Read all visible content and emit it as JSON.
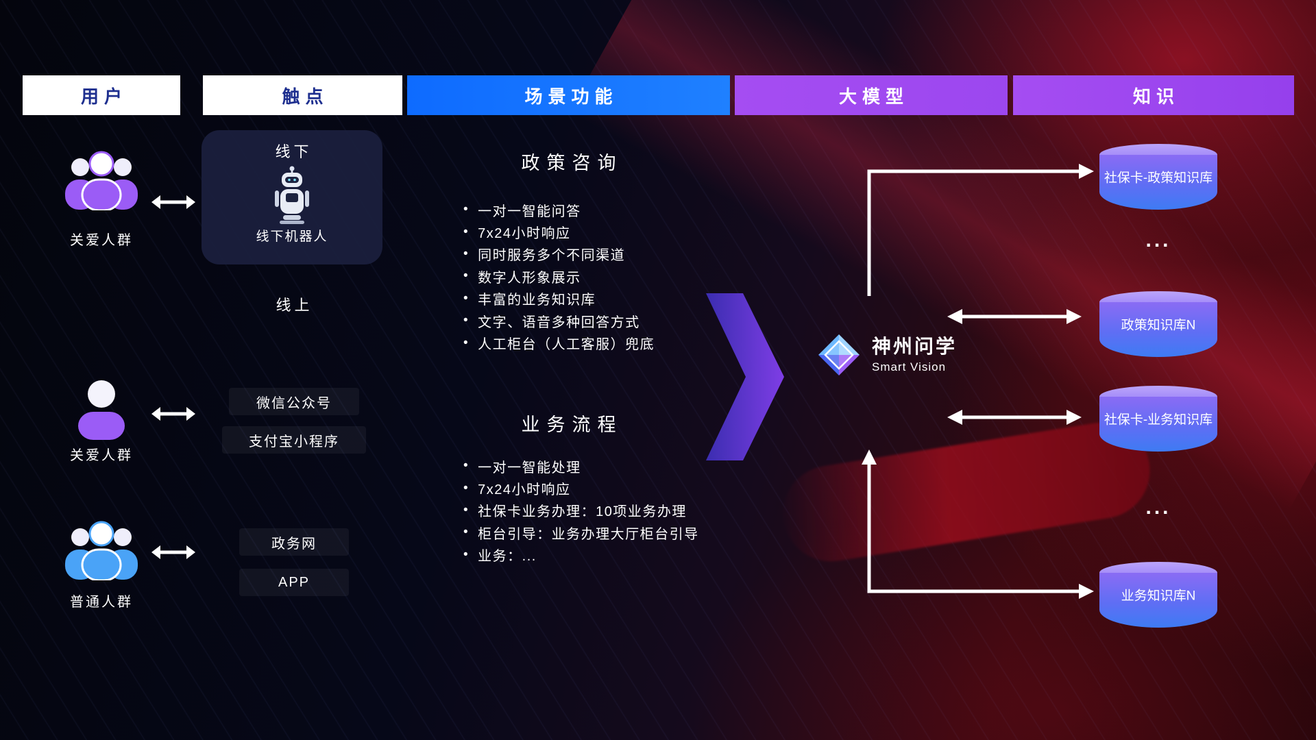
{
  "colors": {
    "header_blue": "#0e6bff",
    "header_purple": "#a54df2",
    "header_text_dark": "#1e2f8f",
    "accent_purple": "#9b5cf6",
    "accent_blue": "#4aa3f7",
    "cylinder_top": "#bca5fb",
    "cylinder_body_start": "#8a6cf4",
    "cylinder_body_end": "#3e7bf3"
  },
  "header": {
    "columns": [
      {
        "label": "用户"
      },
      {
        "label": "触点"
      },
      {
        "label": "场景功能"
      },
      {
        "label": "大模型"
      },
      {
        "label": "知识"
      }
    ]
  },
  "users": {
    "items": [
      {
        "label": "关爱人群",
        "icon": "people-group-icon"
      },
      {
        "label": "关爱人群",
        "icon": "person-icon"
      },
      {
        "label": "普通人群",
        "icon": "people-group-icon"
      }
    ]
  },
  "touchpoints": {
    "offline": {
      "title": "线下",
      "robot_label": "线下机器人"
    },
    "online_title": "线上",
    "channels": [
      "微信公众号",
      "支付宝小程序",
      "政务网",
      "APP"
    ]
  },
  "scene": {
    "sections": [
      {
        "title": "政策咨询",
        "bullets": [
          "一对一智能问答",
          "7x24小时响应",
          "同时服务多个不同渠道",
          "数字人形象展示",
          "丰富的业务知识库",
          "文字、语音多种回答方式",
          "人工柜台（人工客服）兜底"
        ]
      },
      {
        "title": "业务流程",
        "bullets": [
          "一对一智能处理",
          "7x24小时响应",
          "社保卡业务办理：10项业务办理",
          "柜台引导：业务办理大厅柜台引导",
          "业务：..."
        ]
      }
    ]
  },
  "model": {
    "name": "神州问学",
    "subtitle": "Smart Vision"
  },
  "knowledge": {
    "items": [
      {
        "type": "db",
        "label": "社保卡-政策知识库"
      },
      {
        "type": "dots",
        "label": "..."
      },
      {
        "type": "db",
        "label": "政策知识库N"
      },
      {
        "type": "db",
        "label": "社保卡-业务知识库"
      },
      {
        "type": "dots",
        "label": "..."
      },
      {
        "type": "db",
        "label": "业务知识库N"
      }
    ]
  }
}
